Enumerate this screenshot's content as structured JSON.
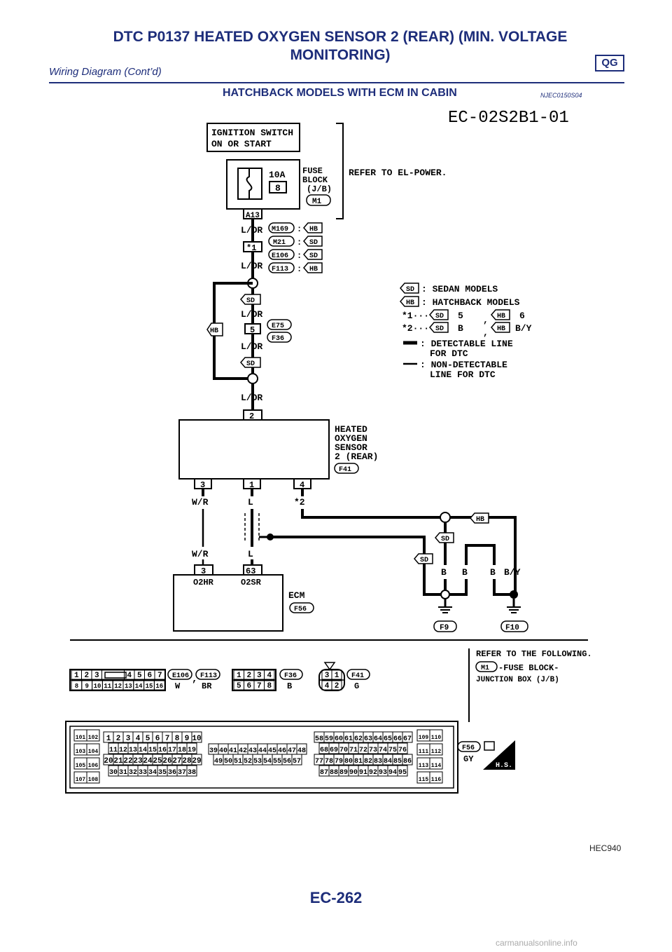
{
  "header": {
    "title_line1": "DTC P0137 HEATED OXYGEN SENSOR 2 (REAR) (MIN. VOLTAGE",
    "title_line2": "MONITORING)",
    "subtitle": "Wiring Diagram (Cont’d)",
    "engine_badge": "QG"
  },
  "section": {
    "title": "HATCHBACK MODELS WITH ECM IN CABIN",
    "code": "NJEC0150S04"
  },
  "diagram": {
    "code": "EC-02S2B1-01",
    "ignition_line1": "IGNITION SWITCH",
    "ignition_line2": "ON OR START",
    "fuse_amp": "10A",
    "fuse_num": "8",
    "fuse_label1": "FUSE",
    "fuse_label2": "BLOCK",
    "fuse_label3": "(J/B)",
    "fuse_conn": "M1",
    "refer_power": "REFER TO EL-POWER.",
    "pin_a13": "A13",
    "wire_lor": "L/OR",
    "conn_m169": "M169",
    "conn_m21": "M21",
    "conn_e106": "E106",
    "conn_f113": "F113",
    "colon": ":",
    "tag_hb": "HB",
    "tag_sd": "SD",
    "star1": "*1",
    "star2": "*2",
    "pin_5": "5",
    "conn_e75": "E75",
    "conn_f36": "F36",
    "pin_2": "2",
    "sensor_line1": "HEATED",
    "sensor_line2": "OXYGEN",
    "sensor_line3": "SENSOR",
    "sensor_line4": "2 (REAR)",
    "sensor_conn": "F41",
    "pin_3": "3",
    "pin_1": "1",
    "pin_4": "4",
    "wire_wr": "W/R",
    "wire_l": "L",
    "pin_63": "63",
    "ecm_o2hr": "O2HR",
    "ecm_o2sr": "O2SR",
    "ecm_label": "ECM",
    "ecm_conn": "F56",
    "wire_b": "B",
    "wire_by": "B/Y",
    "gnd_f9": "F9",
    "gnd_f10": "F10",
    "legend": {
      "sd_text": ": SEDAN MODELS",
      "hb_text": ": HATCHBACK MODELS",
      "star1_prefix": "*1···",
      "star1_sd_val": "5",
      "star1_hb_val": "6",
      "star2_prefix": "*2···",
      "star2_sd_val": "B",
      "star2_hb_val": "B/Y",
      "comma": ",",
      "detect_line1": ": DETECTABLE LINE",
      "detect_line2": "FOR DTC",
      "nondetect_line1": ": NON-DETECTABLE",
      "nondetect_line2": "LINE FOR DTC"
    },
    "refer": {
      "line1": "REFER TO THE FOLLOWING.",
      "conn": "M1",
      "line2": "-FUSE BLOCK-",
      "line3": "JUNCTION BOX (J/B)"
    },
    "conn_e106_color": "W",
    "conn_f113_color": "BR",
    "conn_f36_color": "B",
    "conn_f41_color": "G",
    "conn_f56_color": "GY",
    "hs_label": "H.S.",
    "conn_e106_rows": [
      [
        "1",
        "2",
        "3",
        "",
        "4",
        "5",
        "6",
        "7"
      ],
      [
        "8",
        "9",
        "10",
        "11",
        "12",
        "13",
        "14",
        "15",
        "16"
      ]
    ],
    "conn_f36_rows": [
      [
        "1",
        "2",
        "3",
        "4"
      ],
      [
        "5",
        "6",
        "7",
        "8"
      ]
    ],
    "conn_f41_rows": [
      [
        "3",
        "1"
      ],
      [
        "4",
        "2"
      ]
    ],
    "ecm_left_pairs": [
      [
        "101",
        "102"
      ],
      [
        "103",
        "104"
      ],
      [
        "105",
        "106"
      ],
      [
        "107",
        "108"
      ]
    ],
    "ecm_right_pairs": [
      [
        "109",
        "110"
      ],
      [
        "111",
        "112"
      ],
      [
        "113",
        "114"
      ],
      [
        "115",
        "116"
      ]
    ],
    "ecm_block_a": [
      [
        "1",
        "2",
        "3",
        "4",
        "5",
        "6",
        "7",
        "8",
        "9",
        "10"
      ],
      [
        "11",
        "12",
        "13",
        "14",
        "15",
        "16",
        "17",
        "18",
        "19"
      ],
      [
        "20",
        "21",
        "22",
        "23",
        "24",
        "25",
        "26",
        "27",
        "28",
        "29"
      ],
      [
        "30",
        "31",
        "32",
        "33",
        "34",
        "35",
        "36",
        "37",
        "38"
      ]
    ],
    "ecm_block_b": [
      [
        "39",
        "40",
        "41",
        "42",
        "43",
        "44",
        "45",
        "46",
        "47",
        "48"
      ],
      [
        "49",
        "50",
        "51",
        "52",
        "53",
        "54",
        "55",
        "56",
        "57"
      ]
    ],
    "ecm_block_c": [
      [
        "58",
        "59",
        "60",
        "61",
        "62",
        "63",
        "64",
        "65",
        "66",
        "67"
      ],
      [
        "68",
        "69",
        "70",
        "71",
        "72",
        "73",
        "74",
        "75",
        "76"
      ],
      [
        "77",
        "78",
        "79",
        "80",
        "81",
        "82",
        "83",
        "84",
        "85",
        "86"
      ],
      [
        "87",
        "88",
        "89",
        "90",
        "91",
        "92",
        "93",
        "94",
        "95"
      ]
    ]
  },
  "figure_code": "HEC940",
  "page_number": "EC-262",
  "watermark": "carmanualsonline.info",
  "colors": {
    "header_blue": "#1d2d7a",
    "ink": "#000000"
  }
}
